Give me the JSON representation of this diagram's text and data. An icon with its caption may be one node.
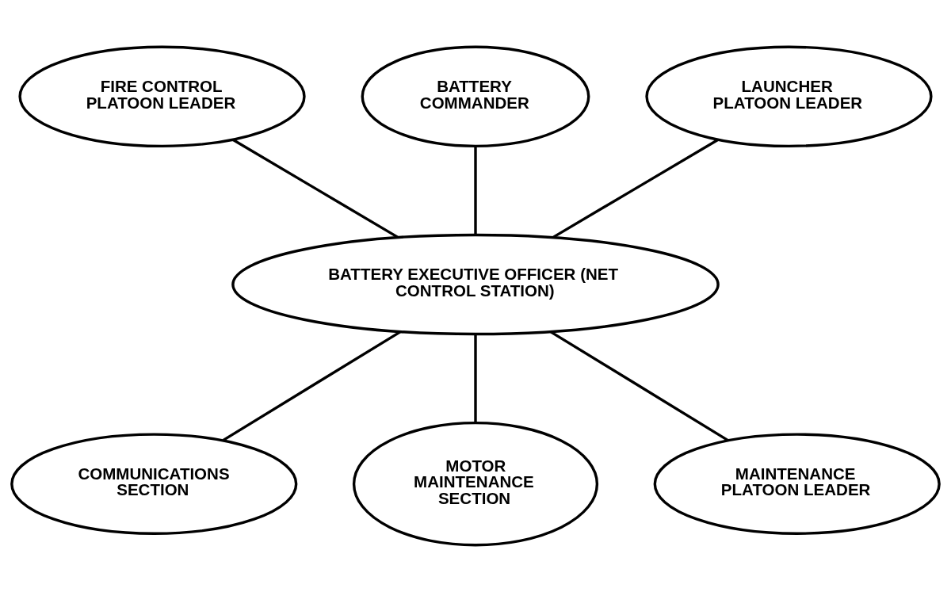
{
  "diagram": {
    "nodes": [
      {
        "text": [
          "BATTERY COMMANDER"
        ]
      },
      {
        "text": [
          "FIRE CONTROL PLATOON LEADER"
        ]
      },
      {
        "text": [
          "LAUNCHER PLATOON LEADER"
        ]
      },
      {
        "text": [
          "BATTERY EXECUTIVE OFFICER (NET CONTROL STATION)"
        ]
      },
      {
        "text": [
          "COMMUNICATIONS SECTION"
        ]
      },
      {
        "text": [
          "MOTOR MAINTENANCE SECTION"
        ]
      },
      {
        "text": [
          "MAINTENANCE PLATOON LEADER"
        ]
      }
    ],
    "edges": [
      {
        "from": 0,
        "to": 3,
        "arrow": "none"
      },
      {
        "from": 1,
        "to": 3,
        "arrow": "none"
      },
      {
        "from": 2,
        "to": 3,
        "arrow": "none"
      },
      {
        "from": 3,
        "to": 4,
        "arrow": "none"
      },
      {
        "from": 3,
        "to": 5,
        "arrow": "none"
      },
      {
        "from": 3,
        "to": 6,
        "arrow": "none"
      }
    ]
  }
}
